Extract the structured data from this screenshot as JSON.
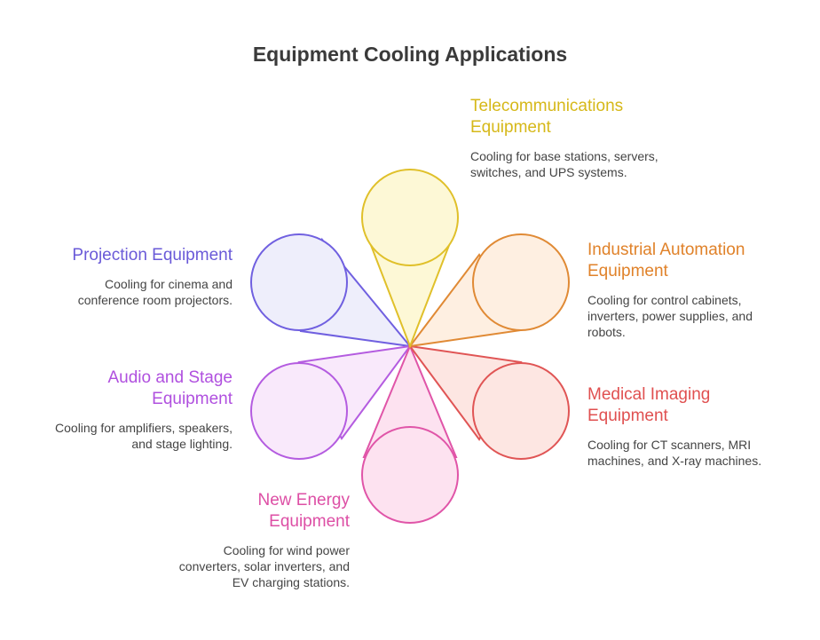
{
  "title": "Equipment Cooling Applications",
  "petals": [
    {
      "id": "telecom",
      "heading": "Telecommunications Equipment",
      "description": "Cooling for base stations, servers, switches, and UPS systems.",
      "stroke": "#e0c02a",
      "fill": "#fdf8d6",
      "heading_color": "#d6b819"
    },
    {
      "id": "industrial",
      "heading": "Industrial Automation Equipment",
      "description": "Cooling for control cabinets, inverters, power supplies, and robots.",
      "stroke": "#e08a35",
      "fill": "#feefe1",
      "heading_color": "#e0822a"
    },
    {
      "id": "medical",
      "heading": "Medical Imaging Equipment",
      "description": "Cooling for CT scanners, MRI machines, and X-ray machines.",
      "stroke": "#e05555",
      "fill": "#fde6e2",
      "heading_color": "#e05050"
    },
    {
      "id": "new-energy",
      "heading": "New Energy Equipment",
      "description": "Cooling for wind power converters, solar inverters, and EV charging stations.",
      "stroke": "#e055a8",
      "fill": "#fde2f0",
      "heading_color": "#dd4fa5"
    },
    {
      "id": "audio",
      "heading": "Audio and Stage Equipment",
      "description": "Cooling for amplifiers, speakers, and stage lighting.",
      "stroke": "#b45ce0",
      "fill": "#f9e9fb",
      "heading_color": "#b050df"
    },
    {
      "id": "projection",
      "heading": "Projection Equipment",
      "description": "Cooling for cinema and conference room projectors.",
      "stroke": "#7060e0",
      "fill": "#eeeefb",
      "heading_color": "#6a5ad8"
    }
  ]
}
